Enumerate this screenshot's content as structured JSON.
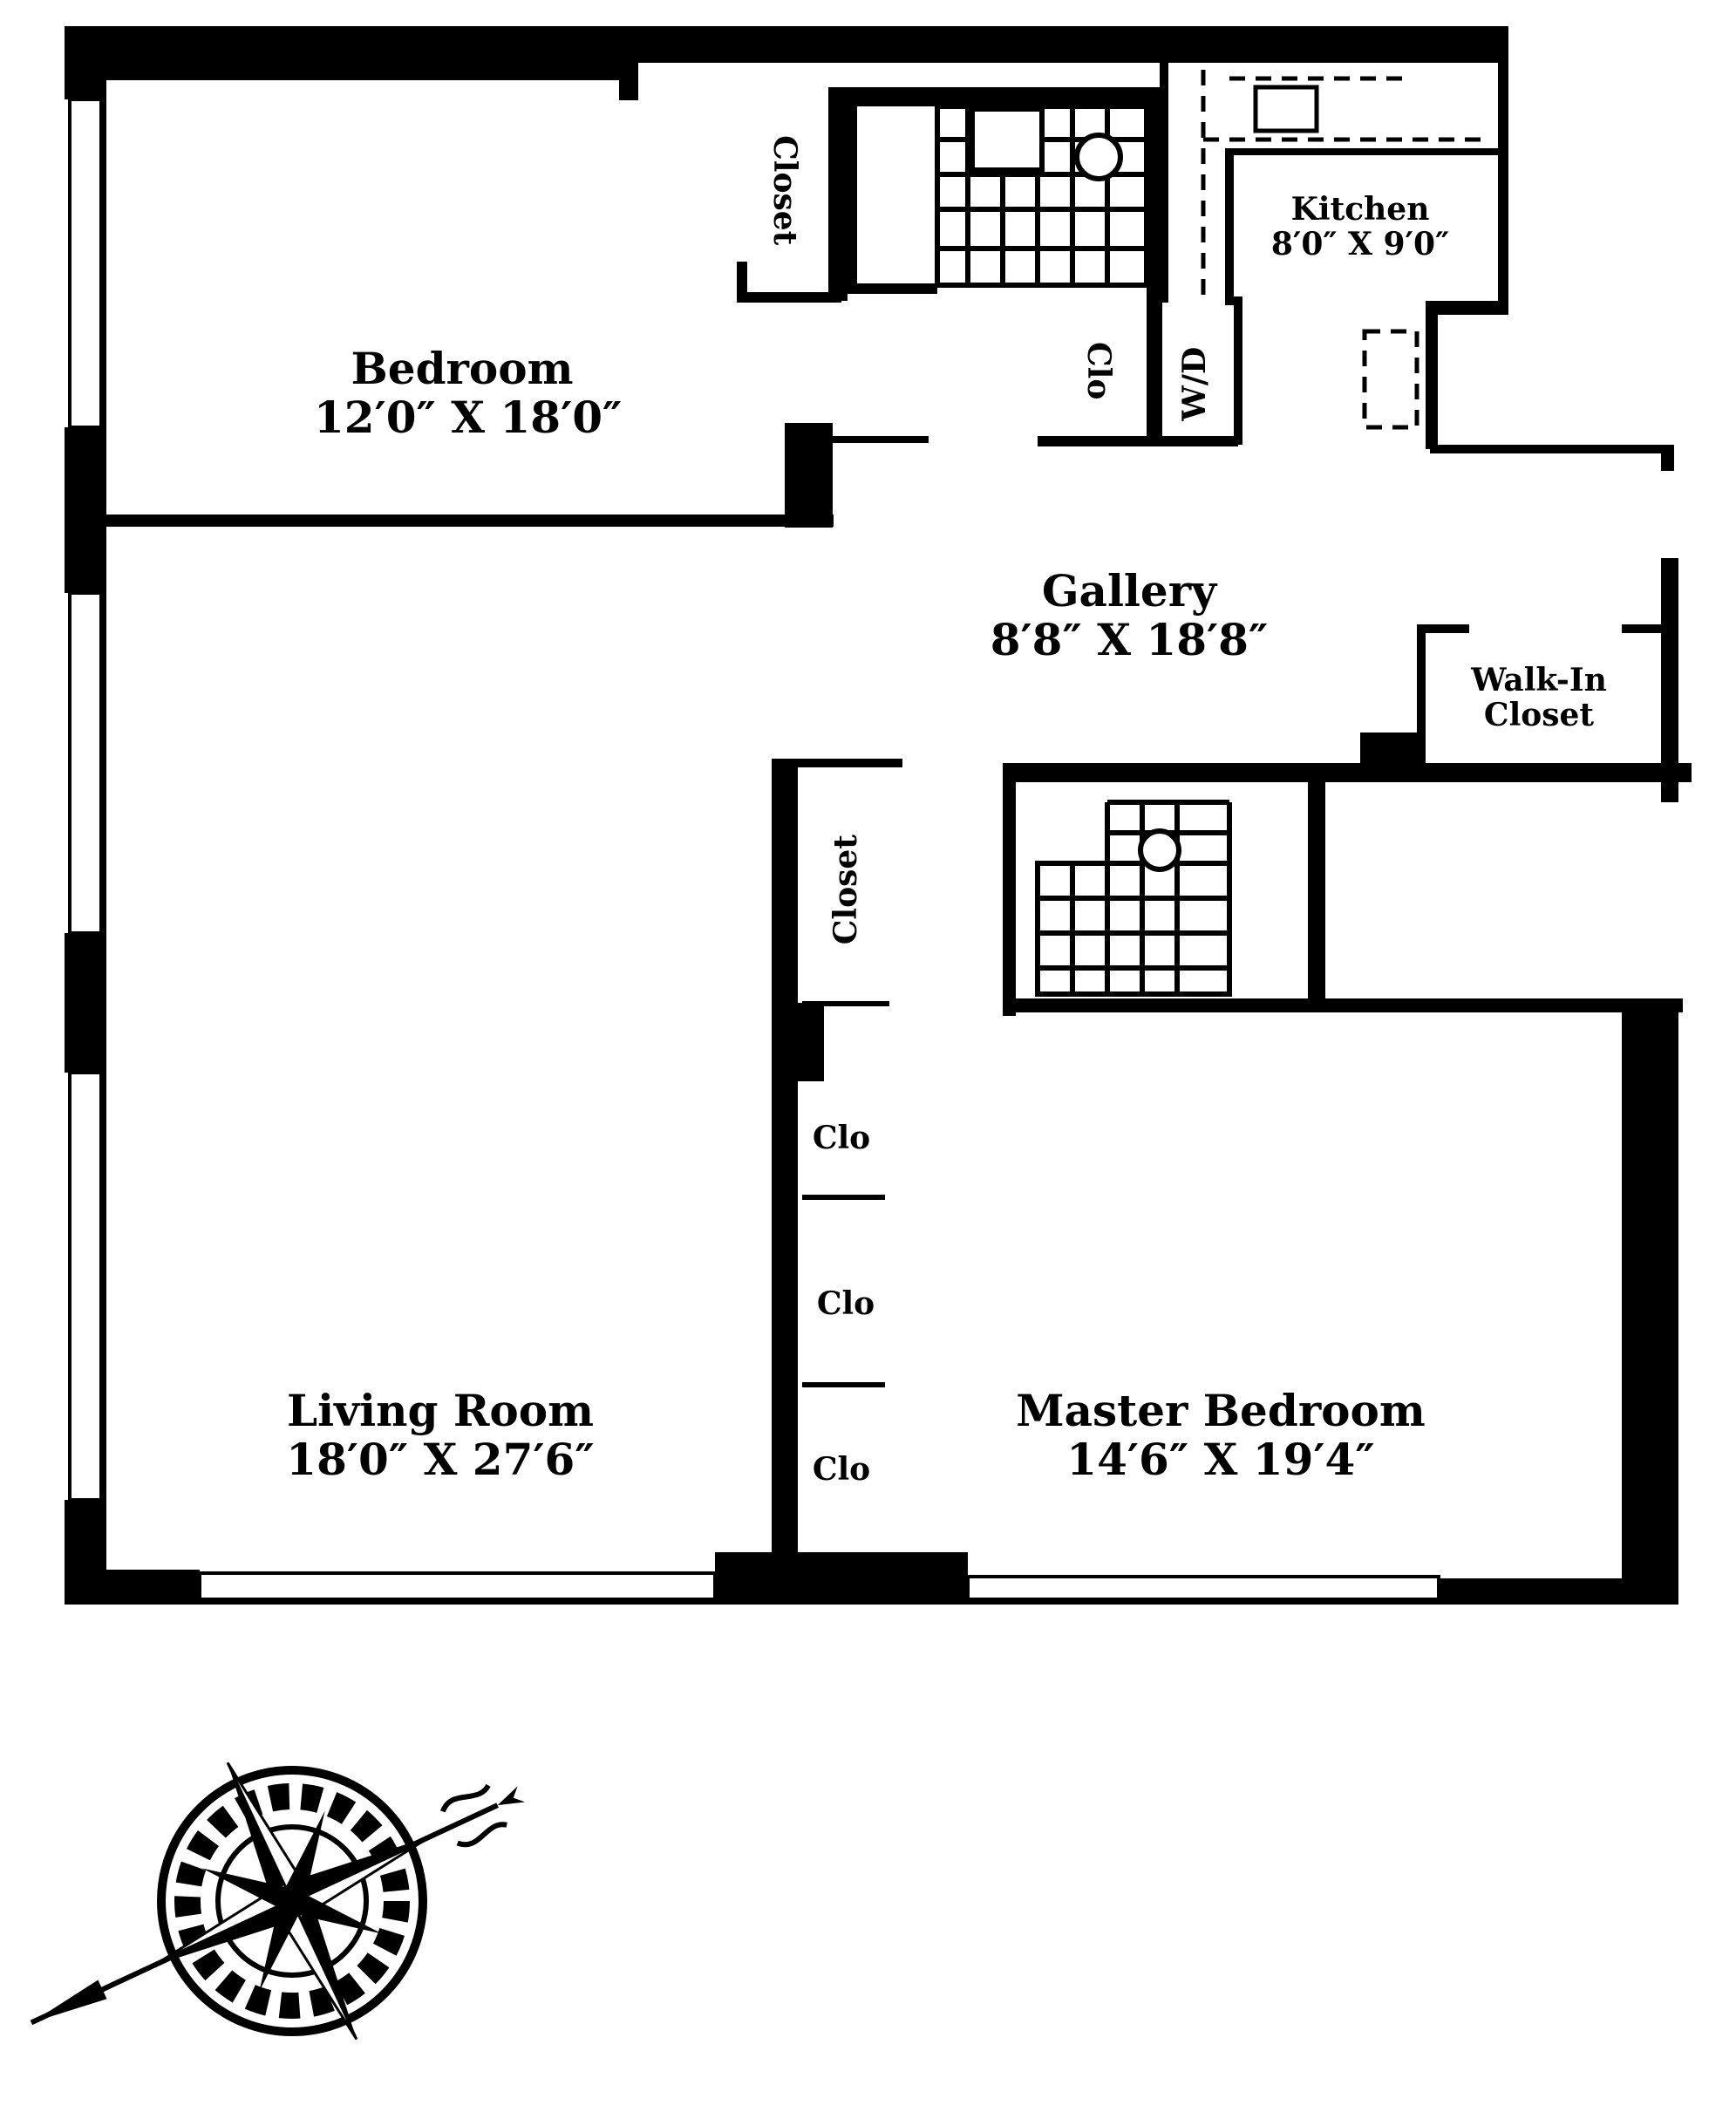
{
  "rooms": {
    "bedroom": {
      "name": "Bedroom",
      "dims": "12′0″ X 18′0″"
    },
    "kitchen": {
      "name": "Kitchen",
      "dims": "8′0″ X 9′0″"
    },
    "gallery": {
      "name": "Gallery",
      "dims": "8′8″ X 18′8″"
    },
    "walkin": {
      "name": "Walk-In",
      "name2": "Closet"
    },
    "living": {
      "name": "Living Room",
      "dims": "18′0″ X 27′6″"
    },
    "master": {
      "name": "Master Bedroom",
      "dims": "14′6″ X 19′4″"
    }
  },
  "closets": {
    "bedroom_closet": "Closet",
    "gallery_closet": "Closet",
    "kitchen_clo": "Clo",
    "wd": "W/D",
    "clo1": "Clo",
    "clo2": "Clo",
    "clo3": "Clo"
  },
  "colors": {
    "wall": "#000000",
    "background": "#ffffff"
  }
}
